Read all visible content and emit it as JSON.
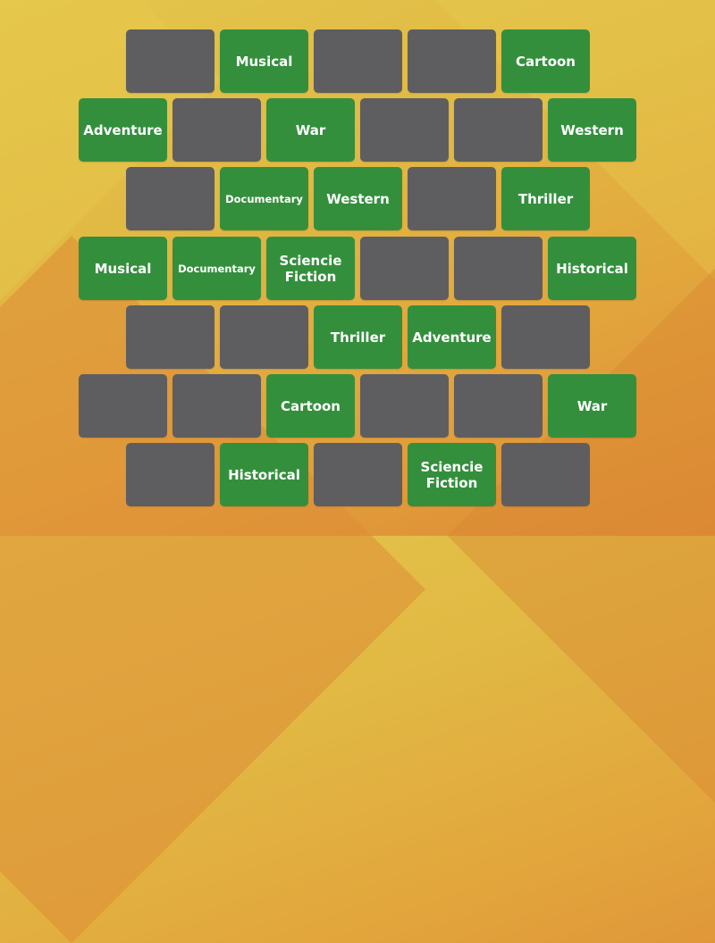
{
  "colors": {
    "hidden_tile": "#5e5e60",
    "revealed_tile": "#348f3d",
    "text": "#ffffff",
    "background_top": "#e4c64c",
    "background_bottom": "#de8a36"
  },
  "rows": [
    {
      "tiles": [
        {
          "label": ""
        },
        {
          "label": "Musical"
        },
        {
          "label": ""
        },
        {
          "label": ""
        },
        {
          "label": "Cartoon"
        }
      ]
    },
    {
      "tiles": [
        {
          "label": "Adventure"
        },
        {
          "label": ""
        },
        {
          "label": "War"
        },
        {
          "label": ""
        },
        {
          "label": ""
        },
        {
          "label": "Western"
        }
      ]
    },
    {
      "tiles": [
        {
          "label": ""
        },
        {
          "label": "Documentary"
        },
        {
          "label": "Western"
        },
        {
          "label": ""
        },
        {
          "label": "Thriller"
        }
      ]
    },
    {
      "tiles": [
        {
          "label": "Musical"
        },
        {
          "label": "Documentary"
        },
        {
          "label": "Sciencie Fiction"
        },
        {
          "label": ""
        },
        {
          "label": ""
        },
        {
          "label": "Historical"
        }
      ]
    },
    {
      "tiles": [
        {
          "label": ""
        },
        {
          "label": ""
        },
        {
          "label": "Thriller"
        },
        {
          "label": "Adventure"
        },
        {
          "label": ""
        }
      ]
    },
    {
      "tiles": [
        {
          "label": ""
        },
        {
          "label": ""
        },
        {
          "label": "Cartoon"
        },
        {
          "label": ""
        },
        {
          "label": ""
        },
        {
          "label": "War"
        }
      ]
    },
    {
      "tiles": [
        {
          "label": ""
        },
        {
          "label": "Historical"
        },
        {
          "label": ""
        },
        {
          "label": "Sciencie Fiction"
        },
        {
          "label": ""
        }
      ]
    }
  ]
}
